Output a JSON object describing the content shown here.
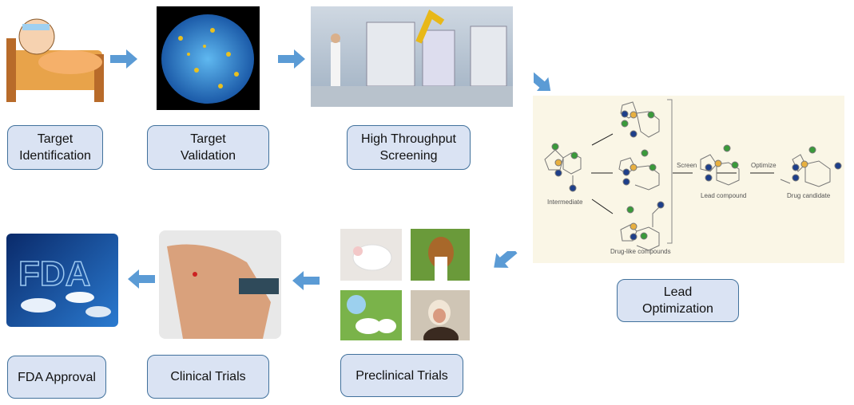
{
  "steps": [
    {
      "label": "Target Identification",
      "image": "sick-child-in-bed"
    },
    {
      "label": "Target Validation",
      "image": "blue-cell-micrograph"
    },
    {
      "label": "High Throughput Screening",
      "image": "robotic-lab"
    },
    {
      "label": "Lead Optimization",
      "image": "molecule-diagram"
    },
    {
      "label": "Preclinical Trials",
      "image": "lab-animals"
    },
    {
      "label": "Clinical Trials",
      "image": "patient-with-electrodes"
    },
    {
      "label": "FDA Approval",
      "image": "fda-pills"
    }
  ],
  "diagram": {
    "intermediate": "Intermediate",
    "drug_like": "Drug-like compounds",
    "screen": "Screen",
    "lead": "Lead compound",
    "optimize": "Optimize",
    "candidate": "Drug candidate"
  },
  "colors": {
    "box_fill": "#dae3f3",
    "box_border": "#41719c",
    "arrow": "#5b9bd5"
  }
}
